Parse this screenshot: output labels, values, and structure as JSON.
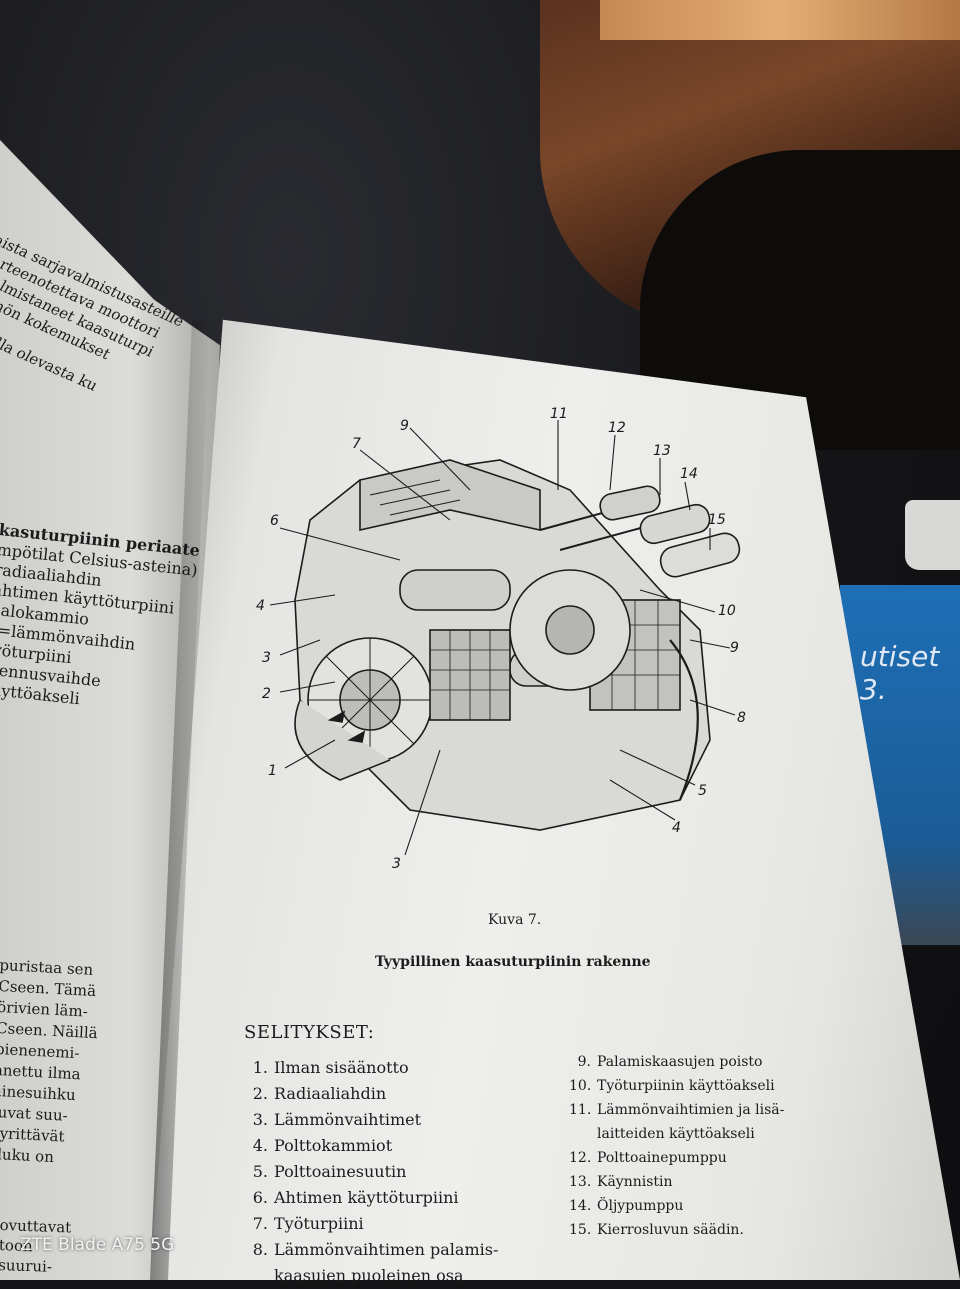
{
  "left_page": {
    "top_lines": [
      "aista sarjavalmistusasteille",
      "varteenotettava moottori",
      "t valmistaneet kaasuturpi",
      "ytännön kokemukset",
      "t ilmi alla olevasta ku"
    ],
    "middle_lines": [
      "kasuturpiinin periaate",
      "mpötilat Celsius-asteina)",
      "radiaaliahdin",
      "ahtimen käyttöturpiini",
      "palokammio",
      "e=lämmönvaihdin",
      "työturpiini",
      "alennusvaihde",
      "käyttöakseli"
    ],
    "lower_lines": [
      "puristaa sen",
      "Cseen. Tämä",
      "örivien läm-",
      "Cseen. Näillä",
      "pienenemi-",
      "anettu ilma",
      "ainesuihku",
      "tuvat suu-",
      "öyrittävät",
      "sluku on"
    ],
    "bottom_lines": [
      "ovuttavat",
      "toon",
      "suurui-"
    ]
  },
  "figure": {
    "callouts": [
      "1",
      "2",
      "3",
      "4",
      "5",
      "6",
      "7",
      "8",
      "9",
      "10",
      "11",
      "12",
      "13",
      "14",
      "15"
    ],
    "caption_number": "Kuva 7.",
    "caption_title": "Tyypillinen kaasuturpiinin rakenne"
  },
  "legend": {
    "title": "SELITYKSET:",
    "left": [
      {
        "n": "1.",
        "text": "Ilman sisäänotto"
      },
      {
        "n": "2.",
        "text": "Radiaaliahdin"
      },
      {
        "n": "3.",
        "text": "Lämmönvaihtimet"
      },
      {
        "n": "4.",
        "text": "Polttokammiot"
      },
      {
        "n": "5.",
        "text": "Polttoainesuutin"
      },
      {
        "n": "6.",
        "text": "Ahtimen käyttöturpiini"
      },
      {
        "n": "7.",
        "text": "Työturpiini"
      },
      {
        "n": "8.",
        "text": "Lämmönvaihtimen palamis-"
      },
      {
        "n": "",
        "text": "kaasujen puoleinen osa"
      }
    ],
    "right": [
      {
        "n": "9.",
        "text": "Palamiskaasujen poisto"
      },
      {
        "n": "10.",
        "text": "Työturpiinin käyttöakseli"
      },
      {
        "n": "11.",
        "text": "Lämmönvaihtimien ja lisä-"
      },
      {
        "n": "",
        "text": "laitteiden käyttöakseli"
      },
      {
        "n": "12.",
        "text": "Polttoainepumppu"
      },
      {
        "n": "13.",
        "text": "Käynnistin"
      },
      {
        "n": "14.",
        "text": "Öljypumppu"
      },
      {
        "n": "15.",
        "text": "Kierrosluvun säädin."
      }
    ]
  },
  "background": {
    "book_spine_text": "utiset 3.",
    "watermark": "ZTE Blade A75 5G"
  }
}
